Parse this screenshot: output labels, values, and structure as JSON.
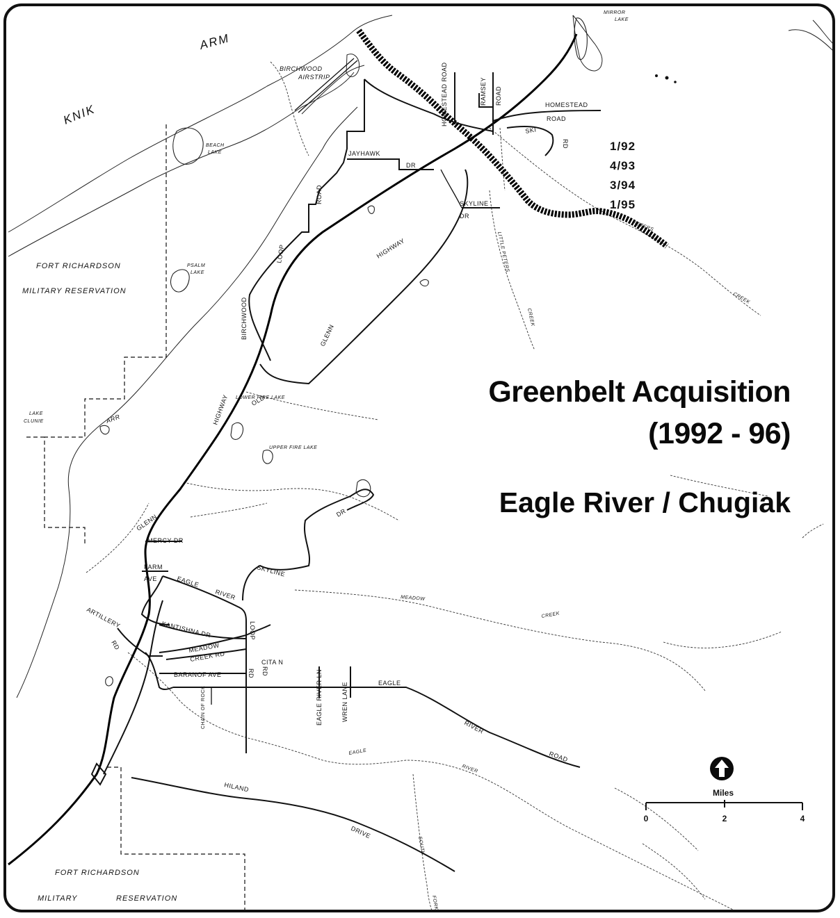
{
  "title": "Greenbelt Acquisition",
  "title_years": "(1992 - 96)",
  "subtitle": "Eagle River / Chugiak",
  "acquisition_dates": [
    "1/92",
    "4/93",
    "3/94",
    "1/95"
  ],
  "scale": {
    "label": "Miles",
    "ticks": [
      "0",
      "2",
      "4"
    ]
  },
  "north_arrow": "north-arrow-icon",
  "water_labels": {
    "knik": "KNIK",
    "arm": "ARM"
  },
  "military": {
    "north_line1": "FORT   RICHARDSON",
    "north_line2": "MILITARY  RESERVATION",
    "south_line1": "FORT   RICHARDSON",
    "south_line2_a": "MILITARY",
    "south_line2_b": "RESERVATION"
  },
  "labels": {
    "birchwood_airstrip_1": "BIRCHWOOD",
    "birchwood_airstrip_2": "AIRSTRIP",
    "mirror_lake_1": "MIRROR",
    "mirror_lake_2": "LAKE",
    "homestead_road_v": "HOMESTEAD  ROAD",
    "ramsey": "RAMSEY",
    "road_ramsey": "ROAD",
    "homestead_h": "HOMESTEAD",
    "road_h": "ROAD",
    "ski": "SKI",
    "rd_ski": "RD",
    "beach_lake_1": "BEACH",
    "beach_lake_2": "LAKE",
    "jayhawk": "JAYHAWK",
    "dr_jayhawk": "DR",
    "road_loop": "ROAD",
    "loop": "LOOP",
    "skyline_n": "SKYLINE",
    "dr_skyline_n": "DR",
    "highway_n": "HIGHWAY",
    "little_peters": "LITTLE   PETERS",
    "creek_little": "CREEK",
    "peters": "PETERS",
    "creek_e": "CREEK",
    "psalm_lake_1": "PSALM",
    "psalm_lake_2": "LAKE",
    "birchwood_v": "BIRCHWOOD",
    "glenn_n": "GLENN",
    "highway_w": "HIGHWAY",
    "lower_fire_lake": "LOWER FIRE LAKE",
    "old": "OLD",
    "upper_fire_lake": "UPPER FIRE LAKE",
    "lake_clunie_1": "LAKE",
    "lake_clunie_2": "CLUNIE",
    "arr": "ARR",
    "glenn_s": "GLENN",
    "mercy_dr": "MERCY DR",
    "dr_e": "DR",
    "farm": "FARM",
    "ave": "AVE",
    "skyline_s": "SKYLINE",
    "eagle_river_1": "EAGLE",
    "eagle_river_2": "RIVER",
    "meadow_creek": "MEADOW",
    "creek_meadow": "CREEK",
    "artillery": "ARTILLERY",
    "rd_art": "RD",
    "kantishna_dr": "KANTISHNA  DR",
    "meadow_s": "MEADOW",
    "creek_rd": "CREEK RD",
    "loop_v": "LOOP",
    "rd_v": "RD",
    "baranof_ave": "BARANOF AVE",
    "citation": "CITA   N",
    "rd_cit": "RD",
    "chain_of_rock": "CHAIN OF ROCK",
    "eagle_river_ln": "EAGLE RIVER LN",
    "wren_lane": "WREN LANE",
    "eagle_road": "EAGLE",
    "river_road": "RIVER",
    "road_road": "ROAD",
    "eagle_river_w_1": "EAGLE",
    "eagle_river_w_2": "RIVER",
    "hiland": "HILAND",
    "drive": "DRIVE",
    "south_fork": "SOUTH",
    "fork": "FORK"
  }
}
